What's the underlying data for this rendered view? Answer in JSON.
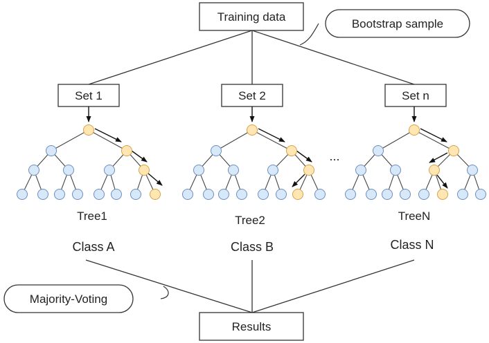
{
  "top_box": "Training data",
  "bootstrap_callout": "Bootstrap sample",
  "sets": [
    {
      "set_label": "Set 1",
      "tree_label": "Tree1",
      "class_label": "Class A"
    },
    {
      "set_label": "Set 2",
      "tree_label": "Tree2",
      "class_label": "Class B"
    },
    {
      "set_label": "Set n",
      "tree_label": "TreeN",
      "class_label": "Class N"
    }
  ],
  "ellipsis": "...",
  "majority_callout": "Majority-Voting",
  "bottom_box": "Results",
  "colors": {
    "node_blue_fill": "#d7e8f8",
    "node_blue_stroke": "#6c8ebf",
    "node_orange_fill": "#ffe6b3",
    "node_orange_stroke": "#d6a24a",
    "line": "#333333"
  }
}
